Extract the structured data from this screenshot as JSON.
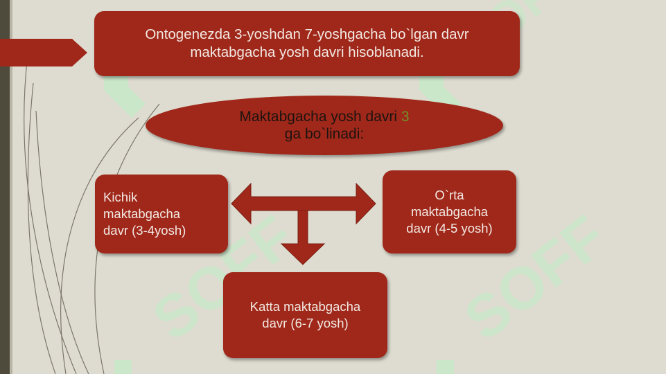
{
  "intro_text": "Ontogenezda 3-yoshdan 7-yoshgacha bo`lgan  davr\nmaktabgacha yosh  davri  hisoblanadi.",
  "heading": {
    "line1_main": "Maktabgacha yosh davri ",
    "line1_accent": "3",
    "line2": "ga bo`linadi:"
  },
  "periods": {
    "small": "Kichik\nmaktabgacha\ndavr  (3-4yosh)",
    "middle": "O`rta\nmaktabgacha\ndavr (4-5 yosh)",
    "senior": "Katta  maktabgacha\ndavr  (6-7 yosh)"
  },
  "watermark": "SOFF",
  "colors": {
    "background": "#dedcd0",
    "box_fill": "#a0281a",
    "box_text": "#f2e9e3",
    "heading_text": "#1d1410",
    "accent": "#6f8f2a",
    "watermark": "#b9f0c3"
  }
}
